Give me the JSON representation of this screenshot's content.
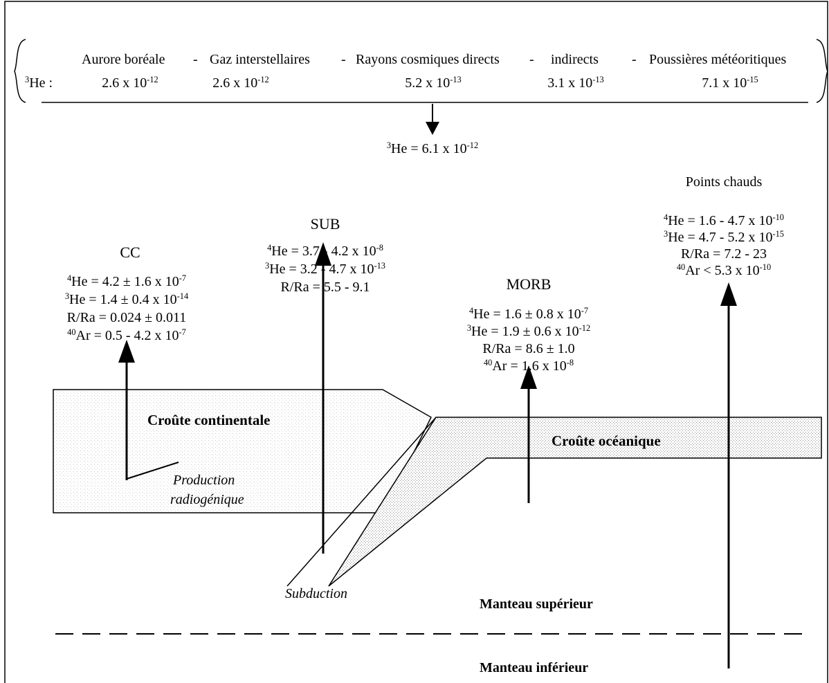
{
  "sources": {
    "labels": [
      "Aurore boréale",
      "Gaz interstellaires",
      "Rayons cosmiques directs",
      "indirects",
      "Poussières météoritiques"
    ],
    "separator": "-",
    "he3_prefix": "He :",
    "values": [
      "2.6 x 10",
      "2.6 x 10",
      "5.2 x 10",
      "3.1 x 10",
      "7.1 x 10"
    ],
    "exponents": [
      "-12",
      "-12",
      "-13",
      "-13",
      "-15"
    ]
  },
  "total": {
    "text": "He = 6.1 x 10",
    "exp": "-12"
  },
  "reservoirs": {
    "cc": {
      "title": "CC",
      "lines": [
        {
          "pre": "4",
          "text": "He = 4.2 ± 1.6 x 10",
          "exp": "-7"
        },
        {
          "pre": "3",
          "text": "He = 1.4 ± 0.4 x 10",
          "exp": "-14"
        },
        {
          "pre": "",
          "text": "R/Ra = 0.024 ± 0.011",
          "exp": ""
        },
        {
          "pre": "40",
          "text": "Ar = 0.5 - 4.2 x 10",
          "exp": "-7"
        }
      ]
    },
    "sub": {
      "title": "SUB",
      "lines": [
        {
          "pre": "4",
          "text": "He = 3.7 - 4.2 x 10",
          "exp": "-8"
        },
        {
          "pre": "3",
          "text": "He = 3.2 - 4.7 x 10",
          "exp": "-13"
        },
        {
          "pre": "",
          "text": "R/Ra = 5.5 - 9.1",
          "exp": ""
        }
      ]
    },
    "morb": {
      "title": "MORB",
      "lines": [
        {
          "pre": "4",
          "text": "He = 1.6 ± 0.8 x 10",
          "exp": "-7"
        },
        {
          "pre": "3",
          "text": "He = 1.9 ± 0.6 x 10",
          "exp": "-12"
        },
        {
          "pre": "",
          "text": "R/Ra = 8.6 ± 1.0",
          "exp": ""
        },
        {
          "pre": "40",
          "text": "Ar = 1.6 x 10",
          "exp": "-8"
        }
      ]
    },
    "hotspots": {
      "title": "Points chauds",
      "lines": [
        {
          "pre": "4",
          "text": "He = 1.6 - 4.7 x 10",
          "exp": "-10"
        },
        {
          "pre": "3",
          "text": "He = 4.7 - 5.2 x 10",
          "exp": "-15"
        },
        {
          "pre": "",
          "text": "R/Ra = 7.2 - 23",
          "exp": ""
        },
        {
          "pre": "40",
          "text": "Ar < 5.3 x 10",
          "exp": "-10"
        }
      ]
    }
  },
  "layers": {
    "continental_crust": "Croûte continentale",
    "oceanic_crust": "Croûte océanique",
    "upper_mantle": "Manteau supérieur",
    "lower_mantle": "Manteau inférieur"
  },
  "annotations": {
    "production_line1": "Production",
    "production_line2": "radiogénique",
    "subduction": "Subduction"
  }
}
